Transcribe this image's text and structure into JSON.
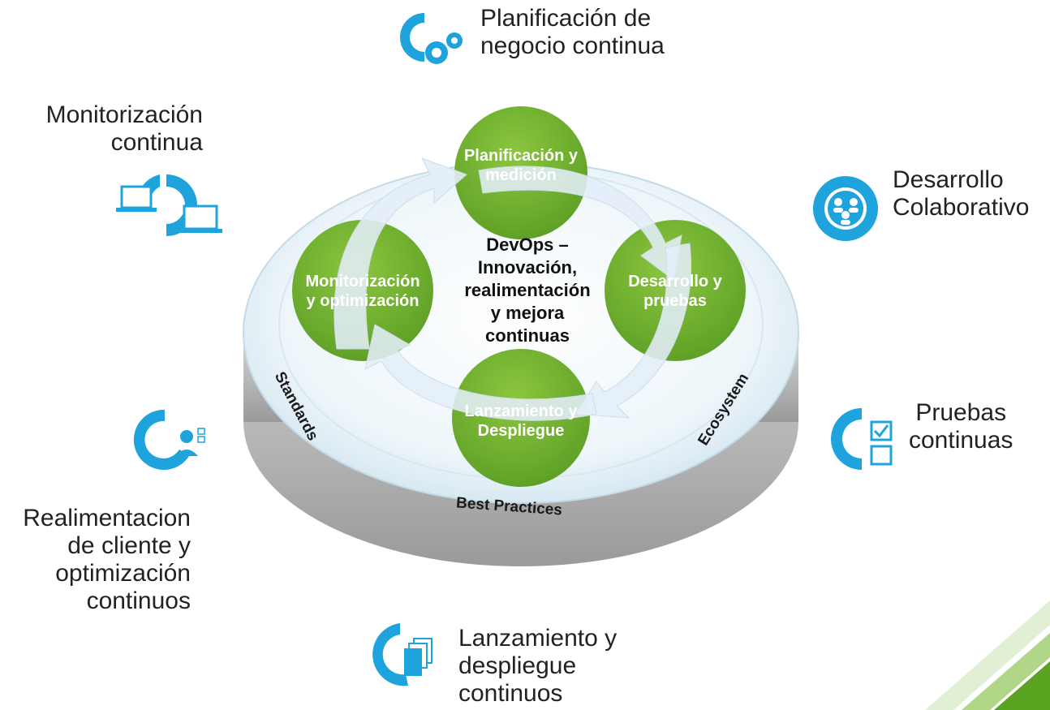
{
  "outer_labels": {
    "planning": [
      "Planificación de",
      "negocio continua"
    ],
    "monitoring": [
      "Monitorización",
      "continua"
    ],
    "collab": [
      "Desarrollo",
      "Colaborativo"
    ],
    "testing": [
      "Pruebas",
      "continuas"
    ],
    "feedback": [
      "Realimentacion",
      "de cliente y",
      "optimización",
      "continuos"
    ],
    "release": [
      "Lanzamiento y",
      "despliegue",
      "continuos"
    ]
  },
  "center": [
    "DevOps –",
    "Innovación,",
    "realimentación",
    "y mejora",
    "continuas"
  ],
  "circles": {
    "top": [
      "Planificación y",
      "medición"
    ],
    "left": [
      "Monitorización",
      "y optimización"
    ],
    "right": [
      "Desarrollo y",
      "pruebas"
    ],
    "bottom": [
      "Lanzamiento y",
      "Despliegue"
    ]
  },
  "ring": {
    "standards": "Standards",
    "best_practices": "Best Practices",
    "ecosystem": "Ecosystem"
  },
  "colors": {
    "accent_blue": "#1ea3dc",
    "green": "#7ab534",
    "green_dark": "#4a9a20",
    "platform": "#e6f2f8"
  },
  "icons": [
    "gears-icon",
    "laptops-icon",
    "people-icon",
    "checklist-icon",
    "person-check-icon",
    "documents-icon"
  ]
}
